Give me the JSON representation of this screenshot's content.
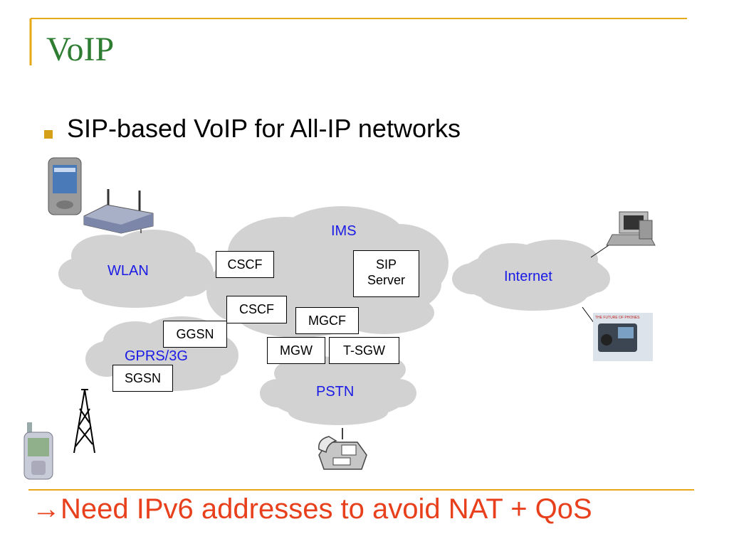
{
  "slide": {
    "title": "VoIP",
    "bullet": "SIP-based VoIP for All-IP networks",
    "footer": "→Need IPv6 addresses to avoid NAT + QoS"
  },
  "clouds": {
    "wlan": "WLAN",
    "ims": "IMS",
    "internet": "Internet",
    "gprs": "GPRS/3G",
    "pstn": "PSTN"
  },
  "nodes": {
    "cscf1": "CSCF",
    "cscf2": "CSCF",
    "sip_line1": "SIP",
    "sip_line2": "Server",
    "mgcf": "MGCF",
    "ggsn": "GGSN",
    "sgsn": "SGSN",
    "mgw": "MGW",
    "tsgw": "T-SGW"
  },
  "devices": {
    "phone_poster_text": "THE FUTURE OF PHONES"
  },
  "colors": {
    "title": "#2e7d32",
    "accent_rule": "#e6a817",
    "cloud_label": "#1a1ae6",
    "footer": "#e8401c"
  }
}
